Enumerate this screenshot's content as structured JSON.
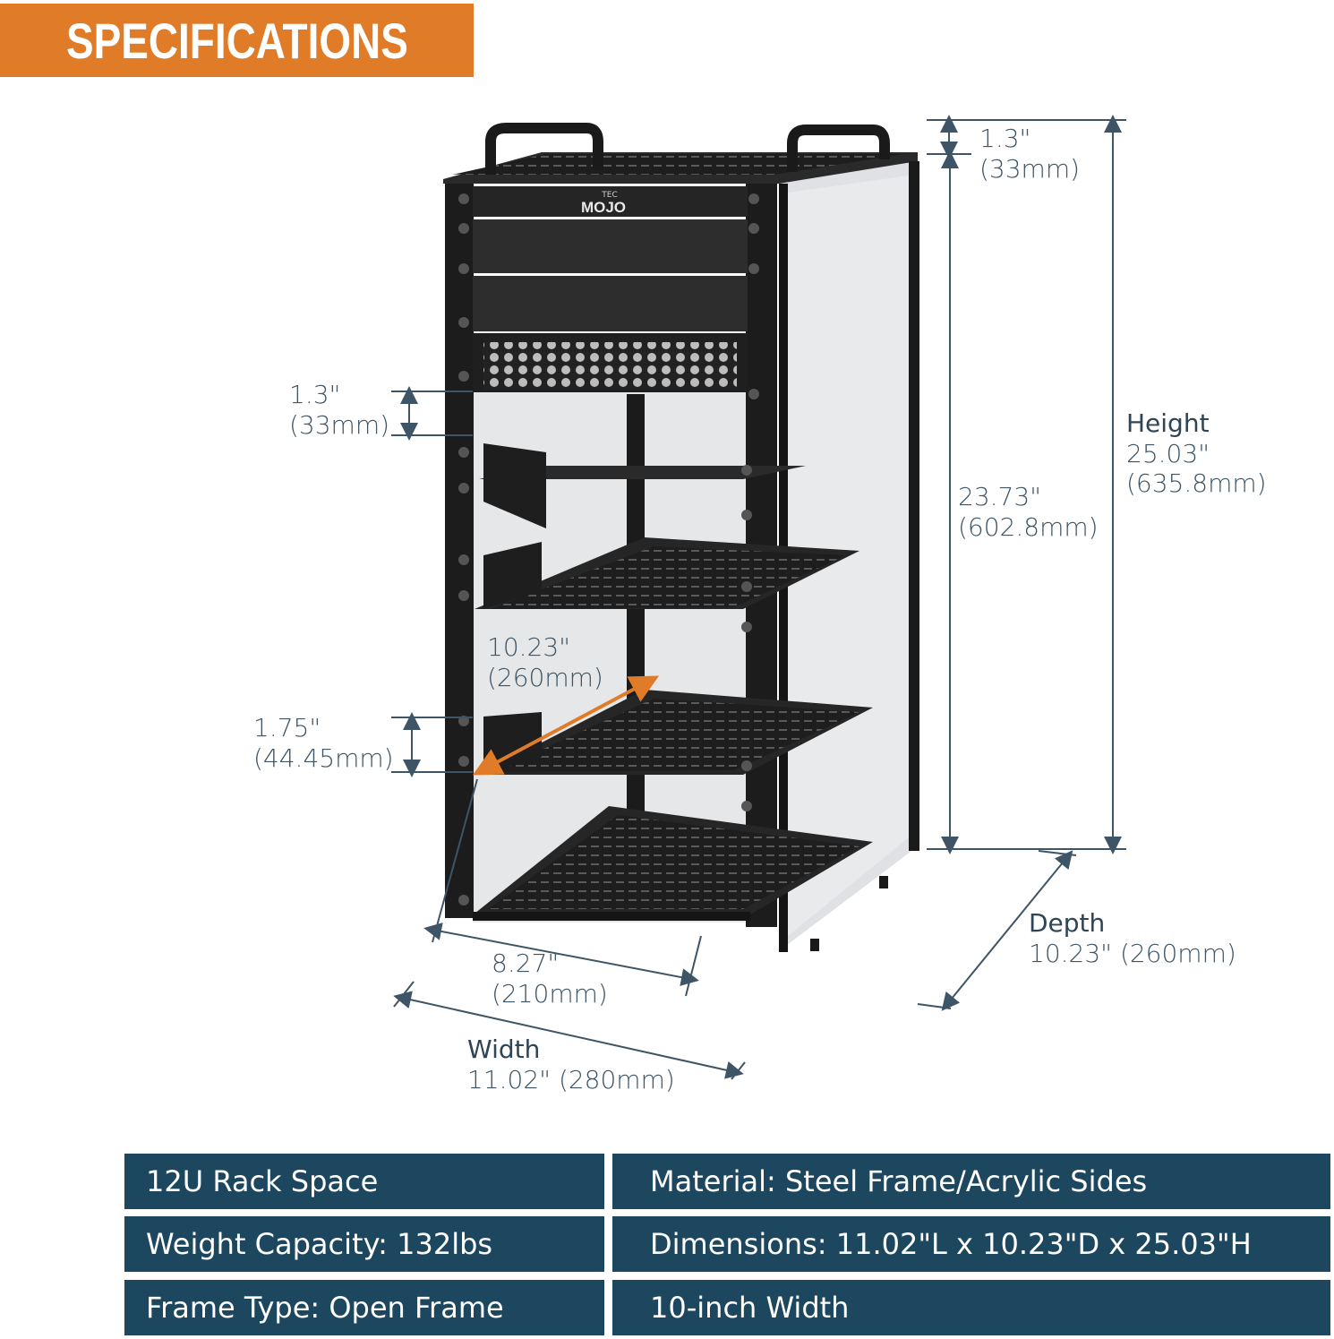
{
  "banner": {
    "title": "SPECIFICATIONS",
    "bg_color": "#e07b28"
  },
  "product": {
    "logo_text": "MOJO",
    "logo_prefix": "TEC"
  },
  "dimensions": {
    "top_clearance": {
      "value": "1.3\"",
      "metric": "(33mm)"
    },
    "inner_height": {
      "value": "23.73\"",
      "metric": "(602.8mm)"
    },
    "height": {
      "label": "Height",
      "value": "25.03\"",
      "metric": "(635.8mm)"
    },
    "spacer_gap": {
      "value": "1.3\"",
      "metric": "(33mm)"
    },
    "shelf_depth": {
      "value": "10.23\"",
      "metric": "(260mm)"
    },
    "rack_unit": {
      "value": "1.75\"",
      "metric": "(44.45mm)"
    },
    "inner_width": {
      "value": "8.27\"",
      "metric": "(210mm)"
    },
    "depth": {
      "label": "Depth",
      "value": "10.23\" (260mm)"
    },
    "width": {
      "label": "Width",
      "value": "11.02\" (280mm)"
    }
  },
  "colors": {
    "dimension_line": "#3d5566",
    "arrow_accent": "#e07b28",
    "table_bg": "#1d475e"
  },
  "specs": {
    "left": [
      "12U Rack Space",
      "Weight Capacity: 132lbs",
      "Frame Type: Open Frame"
    ],
    "right": [
      "Material: Steel Frame/Acrylic Sides",
      "Dimensions: 11.02\"L x 10.23\"D x 25.03\"H",
      "10-inch Width"
    ]
  }
}
